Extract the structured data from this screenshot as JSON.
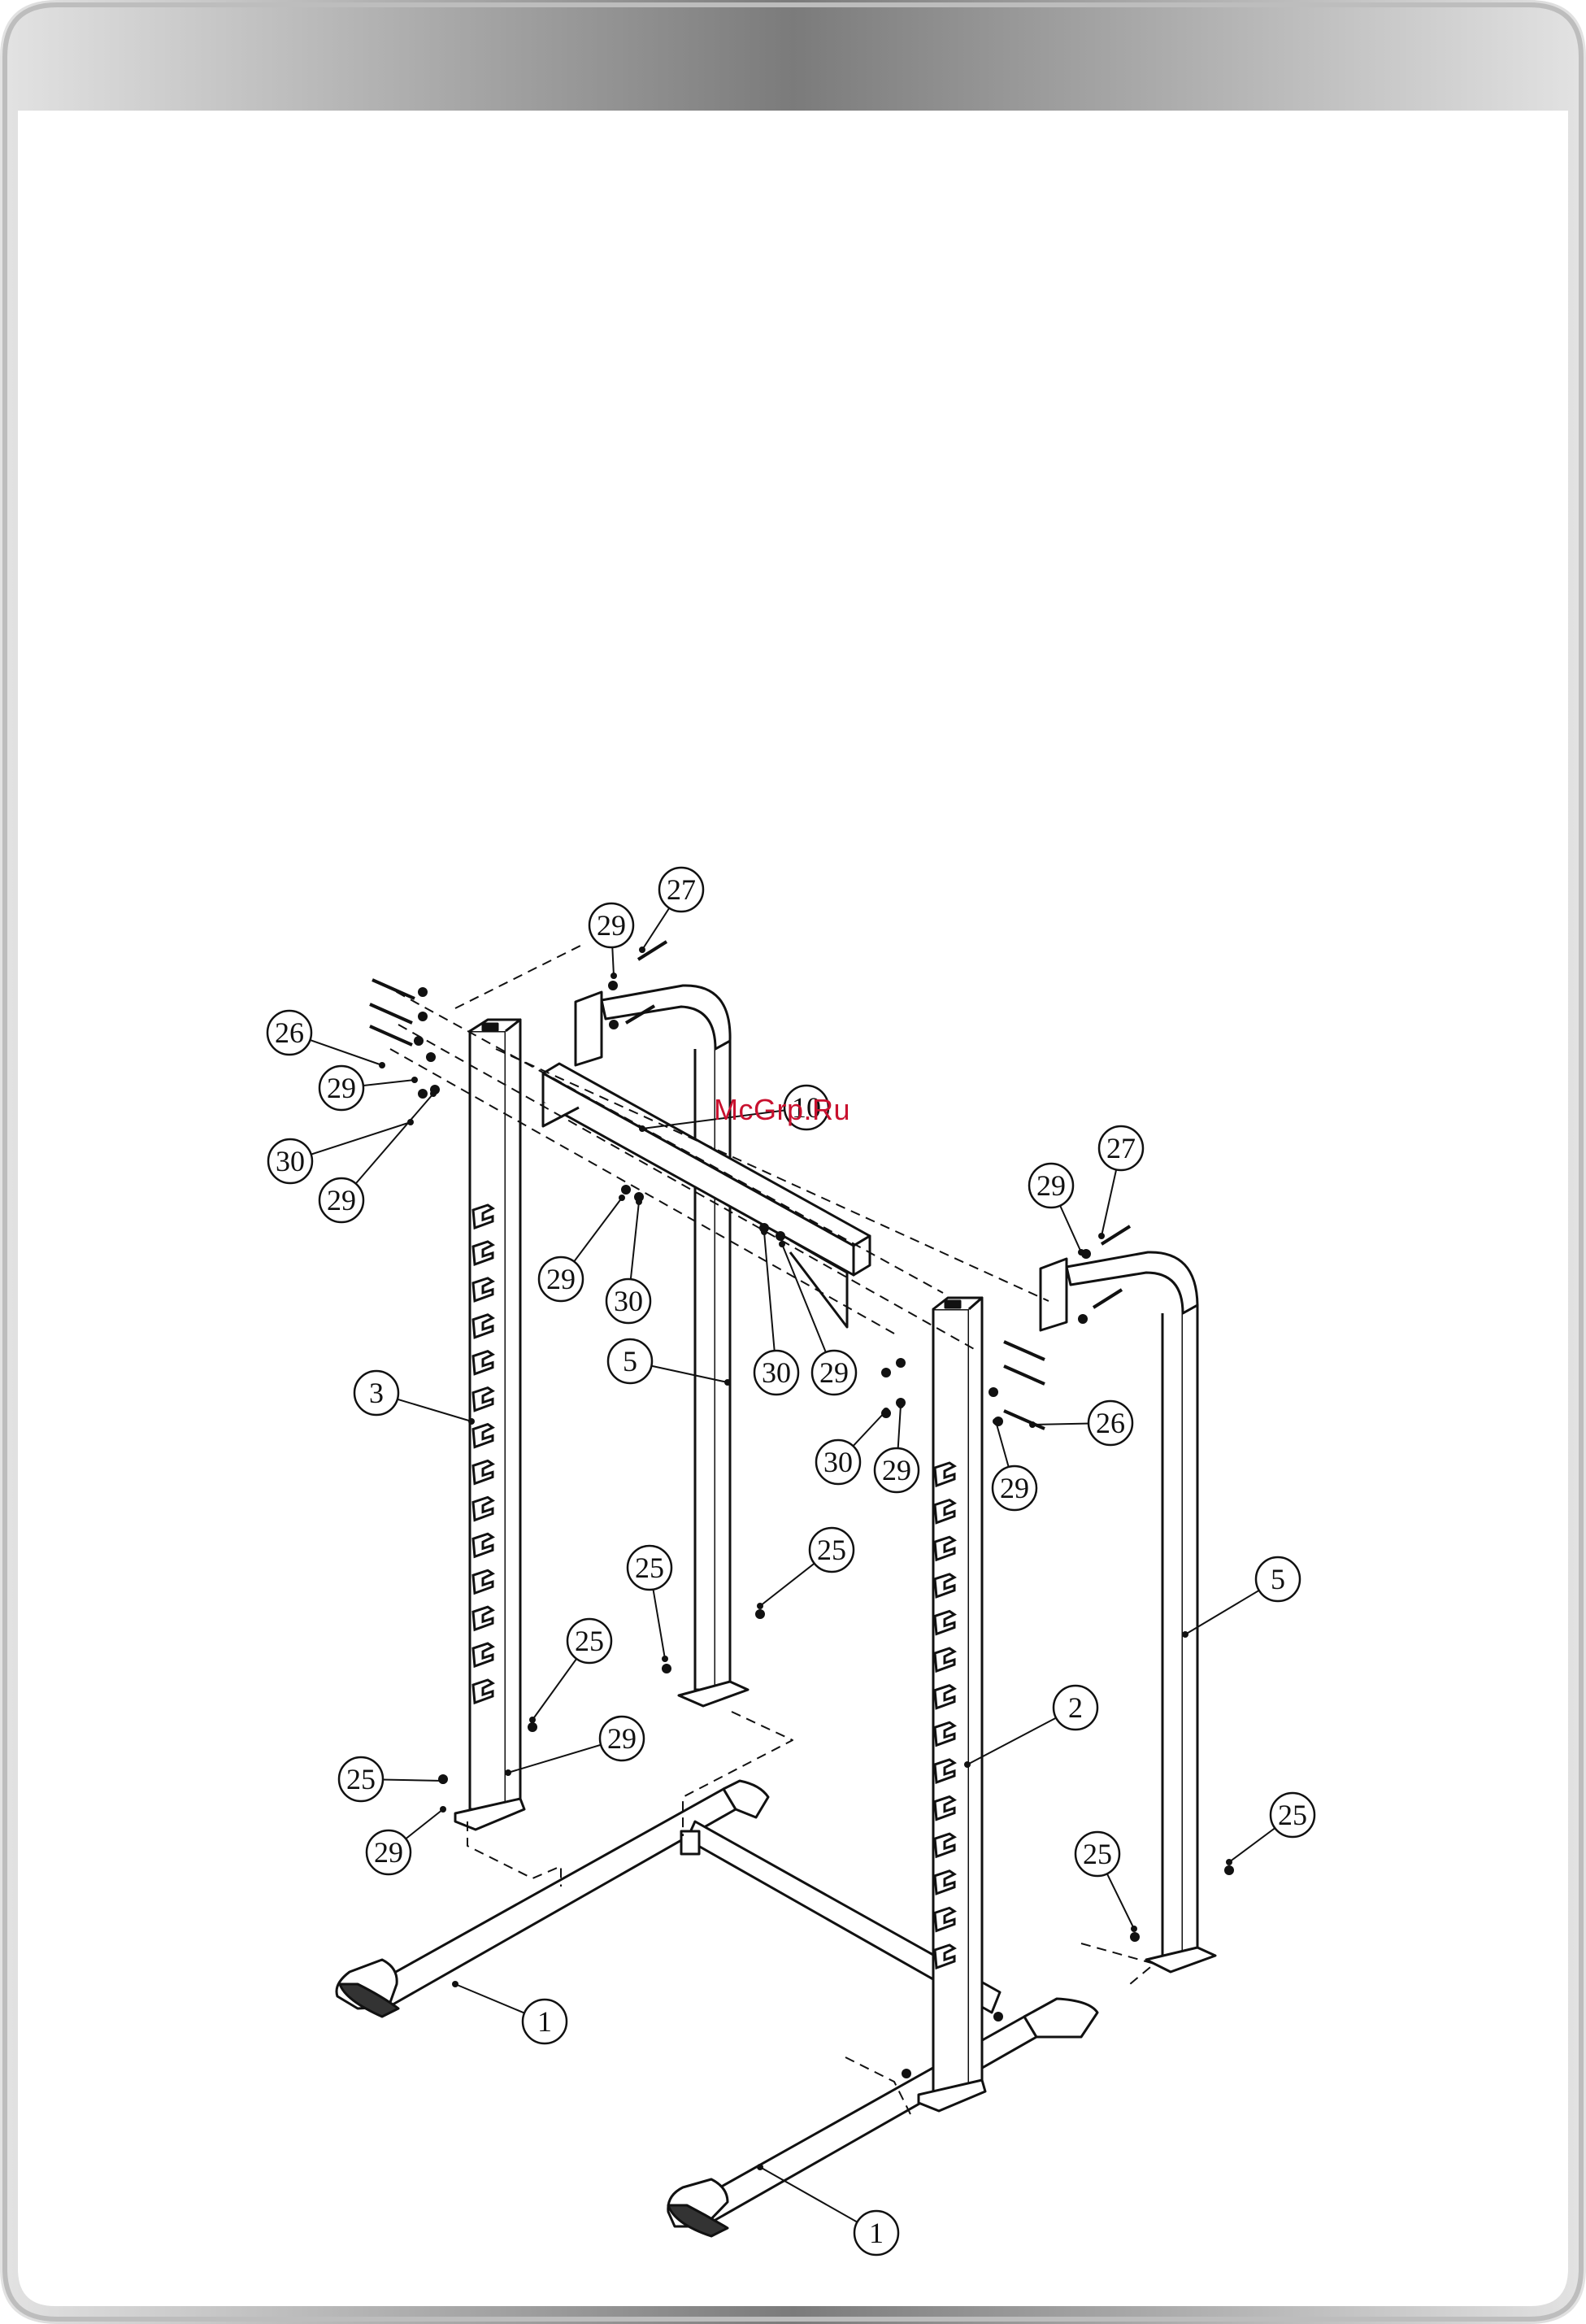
{
  "watermark": "McGrp.Ru",
  "colors": {
    "line": "#111111",
    "frame_outer": "#bdbdbd",
    "header_dark": "#7b7b7b",
    "header_light": "#e3e3e3",
    "watermark": "#c8102e"
  },
  "callouts": [
    {
      "id": "c1",
      "label": "1"
    },
    {
      "id": "c1b",
      "label": "1"
    },
    {
      "id": "c2",
      "label": "2"
    },
    {
      "id": "c3",
      "label": "3"
    },
    {
      "id": "c5",
      "label": "5"
    },
    {
      "id": "c5b",
      "label": "5"
    },
    {
      "id": "c10",
      "label": "10"
    },
    {
      "id": "c25a",
      "label": "25"
    },
    {
      "id": "c25b",
      "label": "25"
    },
    {
      "id": "c25c",
      "label": "25"
    },
    {
      "id": "c25d",
      "label": "25"
    },
    {
      "id": "c25e",
      "label": "25"
    },
    {
      "id": "c25f",
      "label": "25"
    },
    {
      "id": "c26a",
      "label": "26"
    },
    {
      "id": "c26b",
      "label": "26"
    },
    {
      "id": "c27a",
      "label": "27"
    },
    {
      "id": "c27b",
      "label": "27"
    },
    {
      "id": "c29a",
      "label": "29"
    },
    {
      "id": "c29b",
      "label": "29"
    },
    {
      "id": "c29c",
      "label": "29"
    },
    {
      "id": "c29d",
      "label": "29"
    },
    {
      "id": "c29e",
      "label": "29"
    },
    {
      "id": "c29f",
      "label": "29"
    },
    {
      "id": "c29g",
      "label": "29"
    },
    {
      "id": "c29h",
      "label": "29"
    },
    {
      "id": "c29i",
      "label": "29"
    },
    {
      "id": "c29j",
      "label": "29"
    },
    {
      "id": "c30a",
      "label": "30"
    },
    {
      "id": "c30b",
      "label": "30"
    },
    {
      "id": "c30c",
      "label": "30"
    },
    {
      "id": "c30d",
      "label": "30"
    }
  ]
}
